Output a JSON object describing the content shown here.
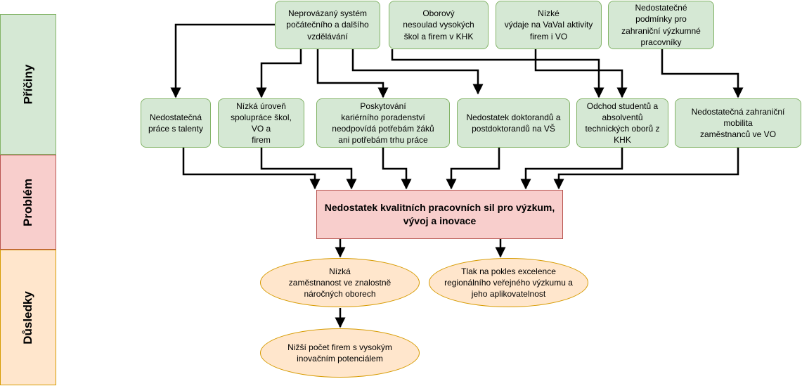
{
  "bands": {
    "causes": "Příčiny",
    "problem": "Problém",
    "effects": "Důsledky"
  },
  "root_causes": {
    "c1": "Neprovázaný systém\npočátečního  a dalšího\nvzdělávání",
    "c2": "Oborový\nnesoulad vysokých\nškol a firem v KHK",
    "c3": "Nízké\nvýdaje na VaVaI aktivity\nfirem i VO",
    "c4": "Nedostatečné\npodmínky pro\nzahraniční výzkumné\npracovníky"
  },
  "intermediate_causes": {
    "m1": "Nedostatečná\npráce s talenty",
    "m2": "Nízká úroveň\nspolupráce škol,\nVO a\nfirem",
    "m3": "Poskytování\nkariérního poradenství\nneodpovídá potřebám žáků\nani potřebám trhu práce",
    "m4": "Nedostatek doktorandů a\npostdoktorandů na VŠ",
    "m5": "Odchod studentů a\nabsolventů\ntechnických oborů z\nKHK",
    "m6": "Nedostatečná zahraniční\nmobilita\nzaměstnanců ve VO"
  },
  "problem": "Nedostatek kvalitních pracovních sil pro výzkum,\nvývoj a inovace",
  "effects": {
    "e1": "Nízká\nzaměstnanost ve znalostně\nnáročných oborech",
    "e2": "Tlak na pokles excelence\nregionálního veřejného výzkumu a\njeho aplikovatelnost",
    "e3": "Nižší počet firem s vysokým\ninovačním potenciálem"
  }
}
